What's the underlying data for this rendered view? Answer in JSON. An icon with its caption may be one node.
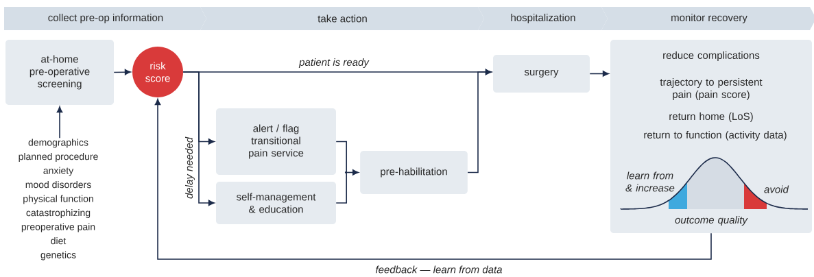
{
  "diagram": {
    "nodes": [
      {
        "text": [
          "collect pre-op information"
        ]
      },
      {
        "text": [
          "take action"
        ]
      },
      {
        "text": [
          "hospitalization"
        ]
      },
      {
        "text": [
          "monitor recovery"
        ]
      },
      {
        "text": [
          "at-home pre-operative screening"
        ]
      },
      {
        "text": [
          "risk score"
        ]
      },
      {
        "text": [
          "alert / flag transitional pain service"
        ]
      },
      {
        "text": [
          "self-management & education"
        ]
      },
      {
        "text": [
          "pre-habilitation"
        ]
      },
      {
        "text": [
          "surgery"
        ]
      },
      {
        "text": [
          "reduce complications",
          "trajectory to persistent pain (pain score)",
          "return home (LoS)",
          "return to function (activity data)",
          "learn from & increase",
          "avoid",
          "outcome quality"
        ]
      },
      {
        "text": [
          "demographics",
          "planned procedure",
          "anxiety",
          "mood disorders",
          "physical function",
          "catastrophizing",
          "preoperative pain",
          "diet",
          "genetics"
        ]
      }
    ],
    "edges": [
      {
        "from": 11,
        "to": 4,
        "arrow": "to"
      },
      {
        "from": 4,
        "to": 5,
        "arrow": "to"
      },
      {
        "from": 5,
        "to": 9,
        "arrow": "to",
        "label": "patient is ready"
      },
      {
        "from": 5,
        "to": 6,
        "arrow": "to",
        "label": "delay needed"
      },
      {
        "from": 5,
        "to": 7,
        "arrow": "to"
      },
      {
        "from": 6,
        "to": 8,
        "arrow": "to"
      },
      {
        "from": 7,
        "to": 8,
        "arrow": "to"
      },
      {
        "from": 8,
        "to": 9,
        "arrow": "to"
      },
      {
        "from": 9,
        "to": 10,
        "arrow": "to"
      },
      {
        "from": 10,
        "to": 5,
        "arrow": "to",
        "label": "feedback — learn from data"
      }
    ]
  }
}
